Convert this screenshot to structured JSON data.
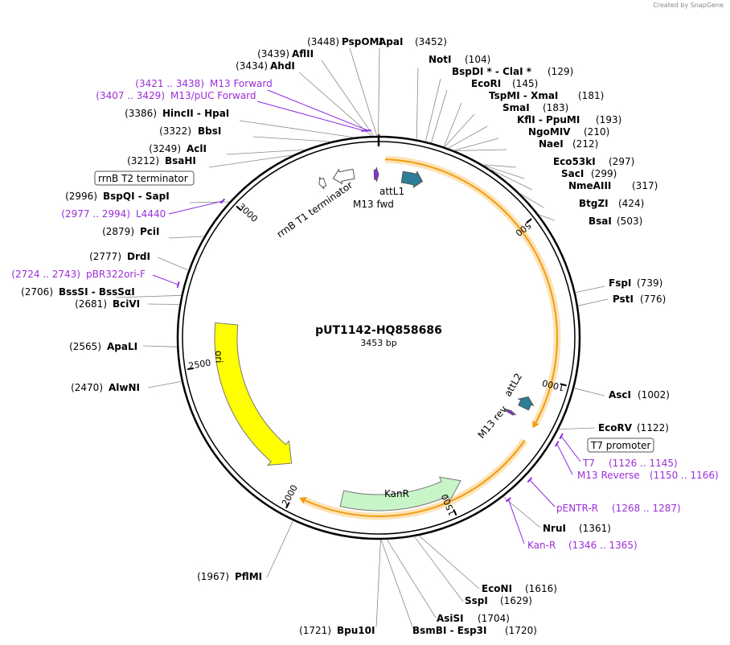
{
  "credit": "Created by SnapGene",
  "plasmid": {
    "name": "pUT1142-HQ858686",
    "length_label": "3453 bp",
    "length": 3453
  },
  "ticks": [
    "500",
    "1000",
    "1500",
    "2000",
    "2500",
    "3000"
  ],
  "colors": {
    "orange": "#f39c12",
    "orange_light": "#fde3b8",
    "teal": "#2e7d96",
    "yellow": "#ffff00",
    "green": "#c8f5c8",
    "purple": "#8a2be2"
  },
  "features": [
    {
      "name": "ori",
      "start": 2060,
      "end": 2640,
      "strand": -1,
      "color": "#ffff00",
      "label": "ori"
    },
    {
      "name": "kanr",
      "start": 1440,
      "end": 1850,
      "strand": -1,
      "color": "#c8f5c8",
      "label": "KanR"
    },
    {
      "name": "attl1",
      "start": 80,
      "end": 150,
      "strand": 1,
      "color": "#2e7d96",
      "label": "attL1"
    },
    {
      "name": "attl2",
      "start": 1070,
      "end": 1110,
      "strand": -1,
      "color": "#2e7d96",
      "label": "attL2"
    },
    {
      "name": "m13-fwd",
      "start": 3438,
      "end": 3453,
      "strand": 1,
      "color": "#8a2be2",
      "label": "M13 fwd"
    },
    {
      "name": "m13-rev",
      "start": 1140,
      "end": 1150,
      "strand": -1,
      "color": "#8a2be2",
      "label": "M13 rev"
    },
    {
      "name": "rrnb-t1",
      "start": 3300,
      "end": 3370,
      "strand": -1,
      "color": "#ffffff",
      "label": "rrnB T1 terminator"
    },
    {
      "name": "rrnb-t2",
      "start": 3250,
      "end": 3270,
      "strand": -1,
      "color": "#ffffff",
      "label": ""
    }
  ],
  "sites": [
    {
      "pos": "(3448)",
      "name": "PspOMI"
    },
    {
      "pos": "(3452)",
      "name": "ApaI"
    },
    {
      "pos": "(3439)",
      "name": "AflII"
    },
    {
      "pos": "(104)",
      "name": "NotI"
    },
    {
      "pos": "(3434)",
      "name": "AhdI"
    },
    {
      "pos": "(129)",
      "name": "BspDI * - ClaI *"
    },
    {
      "pos": "(145)",
      "name": "EcoRI"
    },
    {
      "pos": "(181)",
      "name": "TspMI - XmaI"
    },
    {
      "pos": "(183)",
      "name": "SmaI"
    },
    {
      "pos": "(193)",
      "name": "KflI - PpuMI"
    },
    {
      "pos": "(210)",
      "name": "NgoMIV"
    },
    {
      "pos": "(212)",
      "name": "NaeI"
    },
    {
      "pos": "(297)",
      "name": "Eco53kI"
    },
    {
      "pos": "(299)",
      "name": "SacI"
    },
    {
      "pos": "(317)",
      "name": "NmeAIII"
    },
    {
      "pos": "(424)",
      "name": "BtgZI"
    },
    {
      "pos": "(503)",
      "name": "BsaI"
    },
    {
      "pos": "(3386)",
      "name": "HincII - HpaI"
    },
    {
      "pos": "(3322)",
      "name": "BbsI"
    },
    {
      "pos": "(3249)",
      "name": "AclI"
    },
    {
      "pos": "(3212)",
      "name": "BsaHI"
    },
    {
      "pos": "(2996)",
      "name": "BspQI - SapI"
    },
    {
      "pos": "(2879)",
      "name": "PciI"
    },
    {
      "pos": "(2777)",
      "name": "DrdI"
    },
    {
      "pos": "(2706)",
      "name": "BssSI - BssSαI"
    },
    {
      "pos": "(2681)",
      "name": "BciVI"
    },
    {
      "pos": "(2565)",
      "name": "ApaLI"
    },
    {
      "pos": "(2470)",
      "name": "AlwNI"
    },
    {
      "pos": "(739)",
      "name": "FspI"
    },
    {
      "pos": "(776)",
      "name": "PstI"
    },
    {
      "pos": "(1002)",
      "name": "AscI"
    },
    {
      "pos": "(1122)",
      "name": "EcoRV"
    },
    {
      "pos": "(1361)",
      "name": "NruI"
    },
    {
      "pos": "(1616)",
      "name": "EcoNI"
    },
    {
      "pos": "(1629)",
      "name": "SspI"
    },
    {
      "pos": "(1704)",
      "name": "AsiSI"
    },
    {
      "pos": "(1720)",
      "name": "BsmBI - Esp3I"
    },
    {
      "pos": "(1721)",
      "name": "Bpu10I"
    },
    {
      "pos": "(1967)",
      "name": "PflMI"
    }
  ],
  "primers": [
    {
      "range": "(3421 .. 3438)",
      "name": "M13 Forward"
    },
    {
      "range": "(3407 .. 3429)",
      "name": "M13/pUC Forward"
    },
    {
      "range": "(2977 .. 2994)",
      "name": "L4440"
    },
    {
      "range": "(2724 .. 2743)",
      "name": "pBR322ori-F"
    },
    {
      "range": "(1126 .. 1145)",
      "name": "T7"
    },
    {
      "range": "(1150 .. 1166)",
      "name": "M13 Reverse"
    },
    {
      "range": "(1268 .. 1287)",
      "name": "pENTR-R"
    },
    {
      "range": "(1346 .. 1365)",
      "name": "Kan-R"
    }
  ],
  "boxed": [
    {
      "name": "rrnB T2 terminator"
    },
    {
      "name": "T7 promoter"
    }
  ]
}
